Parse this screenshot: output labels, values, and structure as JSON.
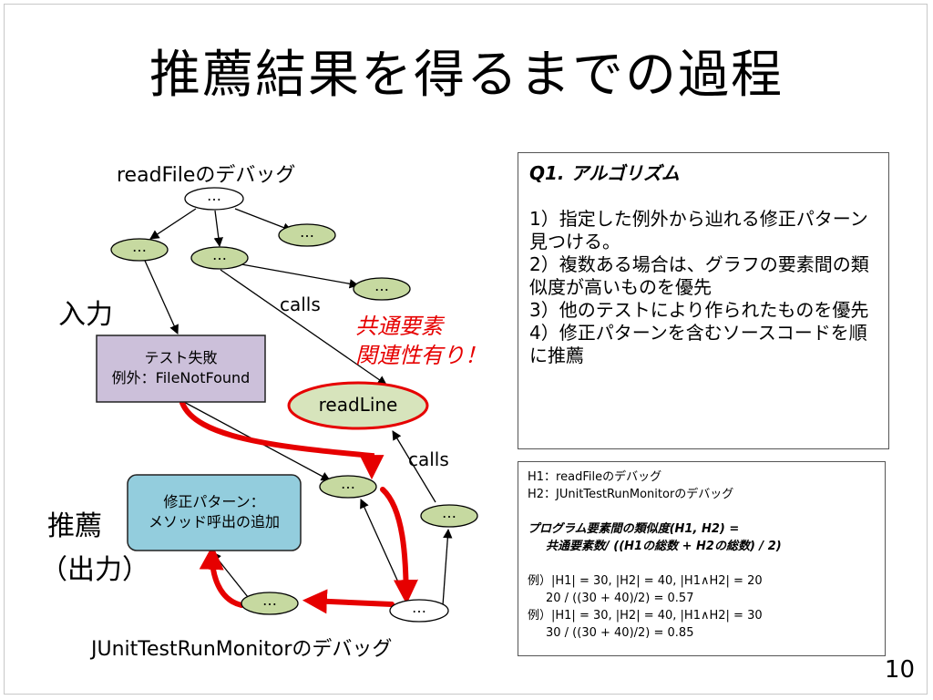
{
  "title": "推薦結果を得るまでの過程",
  "graph_top_title": "readFileのデバッグ",
  "graph_bottom_title": "JUnitTestRunMonitorのデバッグ",
  "label_input": "入力",
  "label_recommend": "推薦",
  "label_output": "（出力）",
  "calls_label": "calls",
  "node_dots": "…",
  "common_note": [
    "共通要素",
    "関連性有り！"
  ],
  "test_failure_box": [
    "テスト失敗",
    "例外：FileNotFound"
  ],
  "fix_pattern_box": [
    "修正パターン：",
    "メソッド呼出の追加"
  ],
  "readline_node": "readLine",
  "q1_box": {
    "title": "Q1. アルゴリズム",
    "lines": [
      "1）指定した例外から辿れる修正パターン見つける。",
      "2）複数ある場合は、グラフの要素間の類似度が高いものを優先",
      "3）他のテストにより作られたものを優先",
      "4）修正パターンを含むソースコードを順に推薦"
    ]
  },
  "similarity_box": {
    "h1": "H1：readFileのデバッグ",
    "h2": "H2：JUnitTestRunMonitorのデバッグ",
    "formula_title": "プログラム要素間の類似度(H1, H2)  =",
    "formula_body": "共通要素数/ ((H1の総数 + H2の総数) / 2)",
    "example1": "例）|H1| = 30, |H2| = 40, |H1∧H2| = 20",
    "example1_calc": "20 / ((30 + 40)/2) = 0.57",
    "example2": "例）|H1| = 30, |H2| = 40, |H1∧H2| = 30",
    "example2_calc": "30 / ((30 + 40)/2) = 0.85"
  },
  "page_number": "10",
  "colors": {
    "node_fill": "#c6d9a0",
    "test_box_fill": "#ccc0da",
    "fix_box_fill": "#93cddd",
    "highlight_red": "#e60000",
    "readline_fill": "#d7e4bc"
  }
}
